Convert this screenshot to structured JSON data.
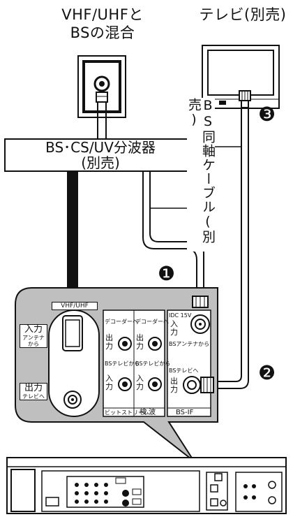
{
  "top_left_label_line1": "VHF/UHFと",
  "top_left_label_line2": "BSの混合",
  "top_right_label": "テレビ(別売)",
  "splitter_line1": "BS･CS/UV分波器",
  "splitter_line2": "(別売)",
  "cable_label": "BS同軸ケーブル(別売)",
  "markers": {
    "m1": "❶",
    "m2": "❷",
    "m3": "❸"
  },
  "panel": {
    "vhf_uhf": "VHF/UHF",
    "input_label": "入力",
    "input_sub": "アンテナから",
    "output_label": "出力",
    "output_sub": "テレビへ",
    "decoder_to_1": "デコーダーへ",
    "decoder_to_2": "デコーダーへ",
    "out_short": "出力",
    "bs_tv_from_1": "BSテレビから",
    "bs_tv_from_2": "BSテレビから",
    "in_short": "入力",
    "bitstream": "ビットストリーム",
    "detect": "検 波",
    "idc": "IDC 15V",
    "bs_antenna_from": "BSアンテナから",
    "bs_tv_to": "BSテレビへ",
    "bs_if": "BS-IF"
  },
  "colors": {
    "panel_bg": "#bfbfbf",
    "line": "#111111"
  }
}
